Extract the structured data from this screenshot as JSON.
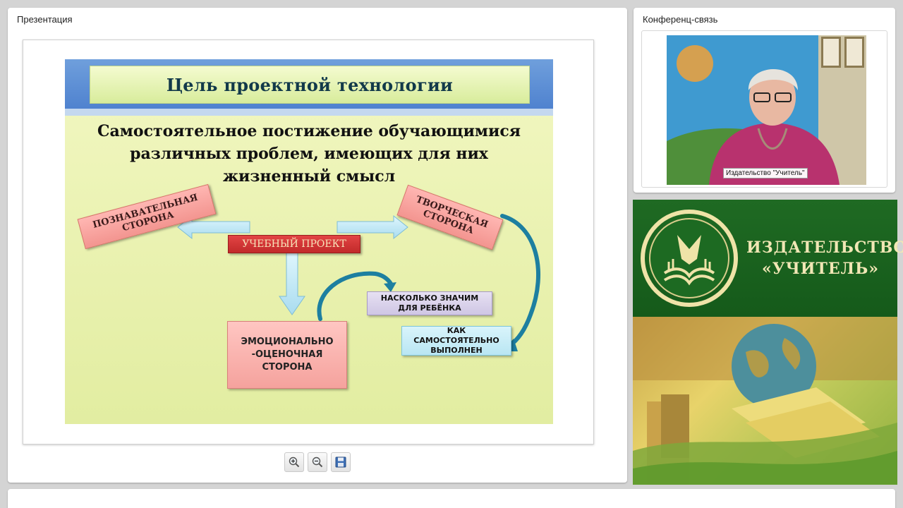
{
  "presentation_panel": {
    "title": "Презентация"
  },
  "slide": {
    "title": "Цель проектной технологии",
    "goal_lines": [
      "Самостоятельное постижение обучающимися",
      "различных проблем, имеющих для них",
      "жизненный смысл"
    ],
    "center_label": "УЧЕБНЫЙ ПРОЕКТ",
    "cognitive_side": [
      "ПОЗНАВАТЕЛЬНАЯ",
      "СТОРОНА"
    ],
    "creative_side": [
      "ТВОРЧЕСКАЯ",
      "СТОРОНА"
    ],
    "emotional_side": [
      "ЭМОЦИОНАЛЬНО",
      "-ОЦЕНОЧНАЯ",
      "СТОРОНА"
    ],
    "how_significant": [
      "НАСКОЛЬКО ЗНАЧИМ",
      "ДЛЯ РЕБЁНКА"
    ],
    "how_independent": [
      "КАК",
      "САМОСТОЯТЕЛЬНО",
      "ВЫПОЛНЕН"
    ]
  },
  "toolbar": {
    "buttons": [
      {
        "name": "zoom-in-button",
        "icon": "zoom-in-icon"
      },
      {
        "name": "zoom-out-button",
        "icon": "zoom-out-icon"
      },
      {
        "name": "save-button",
        "icon": "save-icon"
      }
    ]
  },
  "conference_panel": {
    "title": "Конференц-связь",
    "video_caption": "Издательство \"Учитель\""
  },
  "brand": {
    "line1": "ИЗДАТЕЛЬСТВО",
    "line2": "«УЧИТЕЛЬ»"
  },
  "colors": {
    "header_blue": "#5a8ed6",
    "slide_bg": "#eaf2b0",
    "brand_green": "#1b6420",
    "brand_text": "#f1e7b5"
  }
}
